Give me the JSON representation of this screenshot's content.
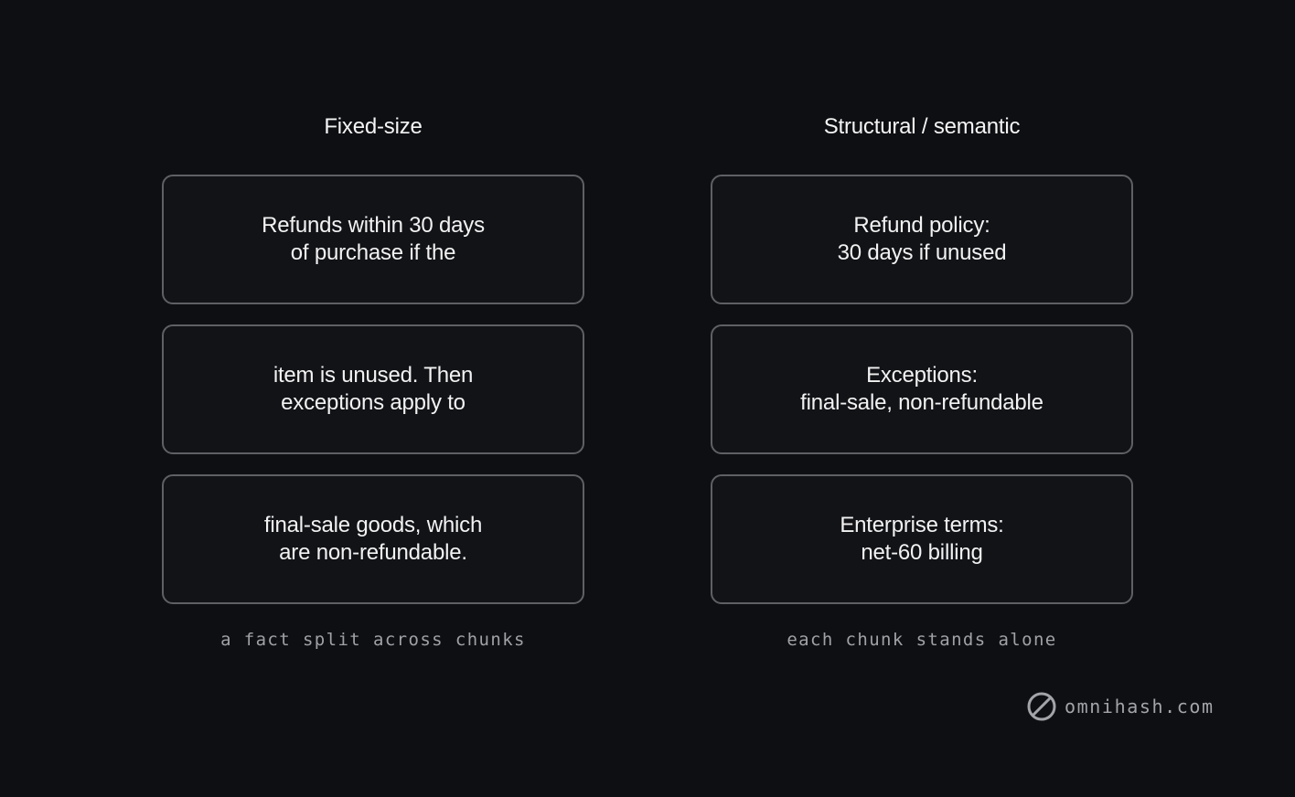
{
  "columns": [
    {
      "title": "Fixed-size",
      "chunks": [
        {
          "lines": [
            "Refunds within 30 days",
            "of purchase if the"
          ]
        },
        {
          "lines": [
            "item is unused. Then",
            "exceptions apply to"
          ]
        },
        {
          "lines": [
            "final-sale goods, which",
            "are non-refundable."
          ]
        }
      ],
      "caption": "a fact split across chunks"
    },
    {
      "title": "Structural / semantic",
      "chunks": [
        {
          "lines": [
            "Refund policy:",
            "30 days if unused"
          ]
        },
        {
          "lines": [
            "Exceptions:",
            "final-sale, non-refundable"
          ]
        },
        {
          "lines": [
            "Enterprise terms:",
            "net-60 billing"
          ]
        }
      ],
      "caption": "each chunk stands alone"
    }
  ],
  "brand": {
    "icon": "slashed-circle-icon",
    "text": "omnihash.com"
  },
  "colors": {
    "background": "#0e0f13",
    "box_border": "#5f6065",
    "text": "#f2f2f2",
    "caption": "#a0a1a6"
  }
}
